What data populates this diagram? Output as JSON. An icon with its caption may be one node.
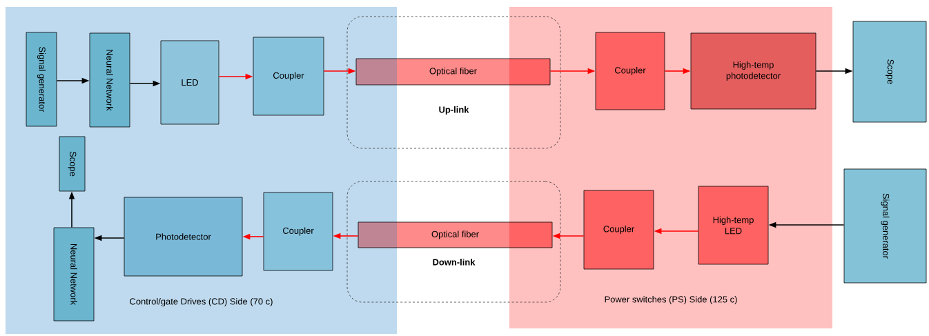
{
  "diagram": {
    "nodes": [
      {
        "text": [
          "Control/gate Drives (CD) Side (70 c)"
        ]
      },
      {
        "text": [
          "Power switches (PS) Side (125 c)"
        ]
      },
      {
        "text": [
          "Up-link"
        ]
      },
      {
        "text": [
          "Down-link"
        ]
      },
      {
        "text": [
          "Signal generator"
        ],
        "in": 0
      },
      {
        "text": [
          "Neural Network"
        ],
        "in": 0
      },
      {
        "text": [
          "LED"
        ],
        "in": 0
      },
      {
        "text": [
          "Coupler"
        ],
        "in": 0
      },
      {
        "text": [
          "Optical fiber"
        ],
        "in": 2
      },
      {
        "text": [
          "Coupler"
        ],
        "in": 1
      },
      {
        "text": [
          "High-temp photodetector"
        ],
        "in": 1
      },
      {
        "text": [
          "Scope"
        ]
      },
      {
        "text": [
          "Scope"
        ],
        "in": 0
      },
      {
        "text": [
          "Neural Network"
        ],
        "in": 0
      },
      {
        "text": [
          "Photodetector"
        ],
        "in": 0
      },
      {
        "text": [
          "Coupler"
        ],
        "in": 0
      },
      {
        "text": [
          "Optical fiber"
        ],
        "in": 3
      },
      {
        "text": [
          "Coupler"
        ],
        "in": 1
      },
      {
        "text": [
          "High-temp LED"
        ],
        "in": 1
      },
      {
        "text": [
          "Signal generator"
        ]
      }
    ],
    "edges": [
      {
        "from": 4,
        "to": 5,
        "arrow": "to",
        "color": "#000000"
      },
      {
        "from": 5,
        "to": 6,
        "arrow": "to",
        "color": "#000000"
      },
      {
        "from": 6,
        "to": 7,
        "arrow": "to"
      },
      {
        "from": 7,
        "to": 8,
        "arrow": "to"
      },
      {
        "from": 8,
        "to": 9,
        "arrow": "to"
      },
      {
        "from": 9,
        "to": 10,
        "arrow": "to"
      },
      {
        "from": 10,
        "to": 11,
        "arrow": "to",
        "color": "#000000"
      },
      {
        "from": 19,
        "to": 18,
        "arrow": "to",
        "color": "#000000"
      },
      {
        "from": 18,
        "to": 17,
        "arrow": "to"
      },
      {
        "from": 17,
        "to": 16,
        "arrow": "to"
      },
      {
        "from": 16,
        "to": 15,
        "arrow": "to"
      },
      {
        "from": 15,
        "to": 14,
        "arrow": "to"
      },
      {
        "from": 14,
        "to": 13,
        "arrow": "to",
        "color": "#000000"
      },
      {
        "from": 13,
        "to": 12,
        "arrow": "to",
        "color": "#000000"
      }
    ]
  }
}
